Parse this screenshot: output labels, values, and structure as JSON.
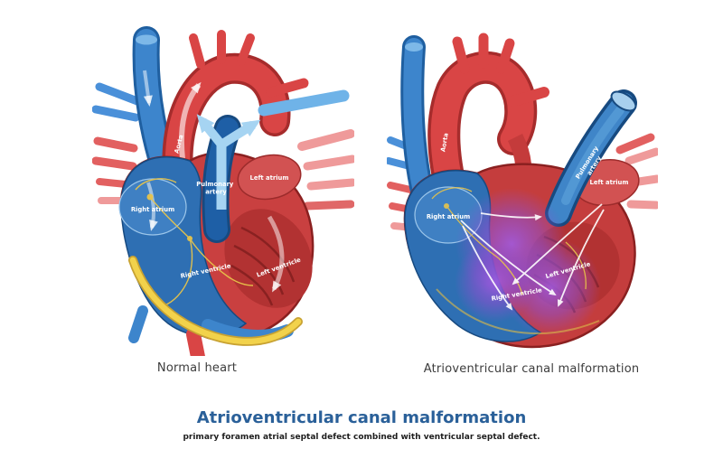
{
  "page": {
    "background": "#ffffff"
  },
  "figures": {
    "normal": {
      "caption": "Normal heart",
      "labels": {
        "aorta": "Aorta",
        "pulmonary": [
          "Pulmonary",
          "artery"
        ],
        "right_atrium": "Right atrium",
        "left_atrium": "Left atrium",
        "right_ventricle": "Right ventricle",
        "left_ventricle": "Left ventricle"
      }
    },
    "malformation": {
      "caption": "Atrioventricular canal malformation",
      "labels": {
        "aorta": "Aorta",
        "pulmonary": [
          "Pulmonary",
          "artery"
        ],
        "right_atrium": "Right atrium",
        "left_atrium": "Left atrium",
        "right_ventricle": "Right ventricle",
        "left_ventricle": "Left ventricle"
      }
    }
  },
  "footer": {
    "title": "Atrioventricular canal malformation",
    "subtitle": "primary foramen atrial septal defect combined with ventricular septal defect."
  },
  "colors": {
    "title_blue": "#2a6099",
    "caption_gray": "#3c3c3c",
    "oxygenated_red": "#d94545",
    "deoxygenated_blue": "#3d85cc",
    "defect_purple": "#8e4fd0",
    "conduction_yellow": "#e8c44a"
  }
}
